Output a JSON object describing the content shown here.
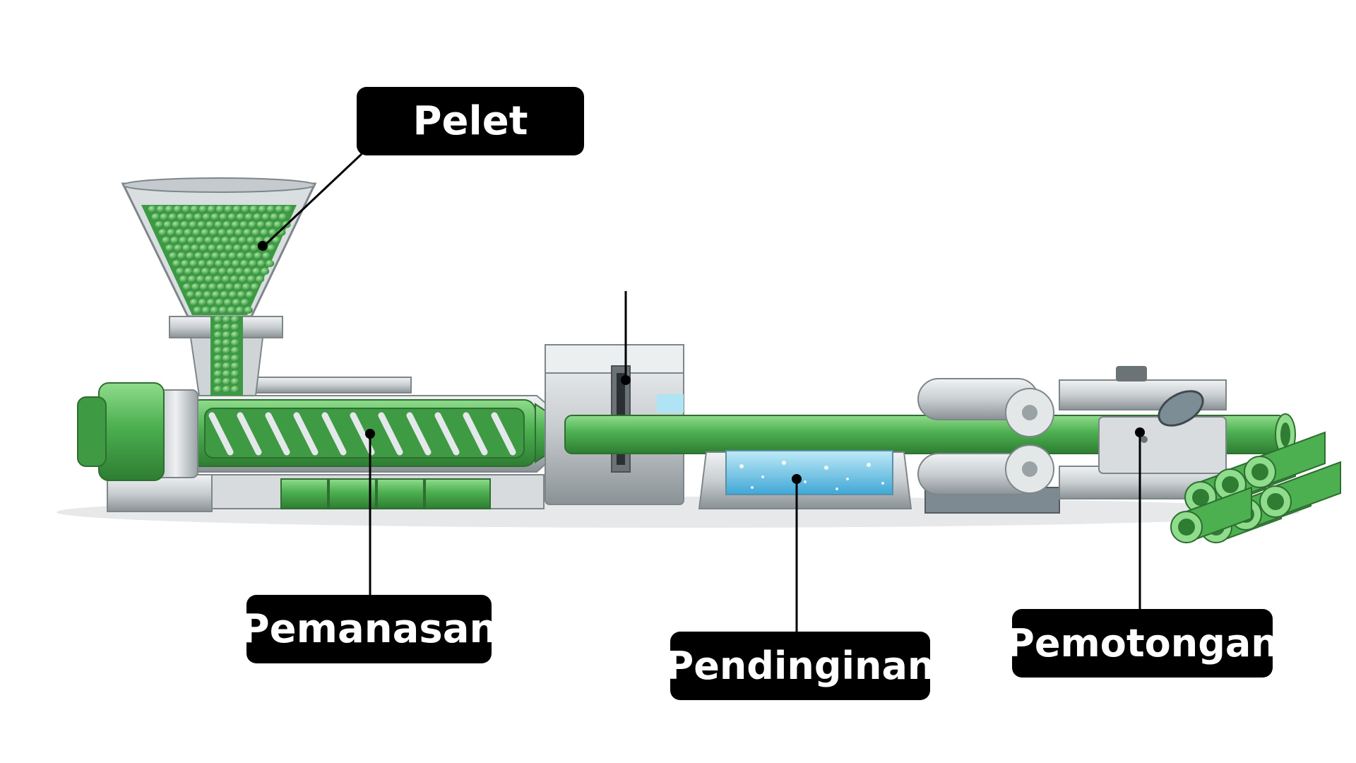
{
  "labels": {
    "pelet": "Pelet",
    "pemanasan": "Pemanasan",
    "pendinginan": "Pendinginan",
    "pemotongan": "Pemotongan"
  },
  "colors": {
    "green": "#4caf50",
    "green_dark": "#2e7d32",
    "green_light": "#8bd88a",
    "steel": "#c9ced1",
    "steel_dark": "#8a9296",
    "water": "#7fd0ee",
    "label_bg": "#000000",
    "label_text": "#ffffff"
  },
  "icons": [
    "hopper-icon",
    "extruder-barrel-icon",
    "die-block-icon",
    "cooling-tank-icon",
    "puller-rollers-icon",
    "cutter-icon",
    "pipe-stack-icon"
  ]
}
